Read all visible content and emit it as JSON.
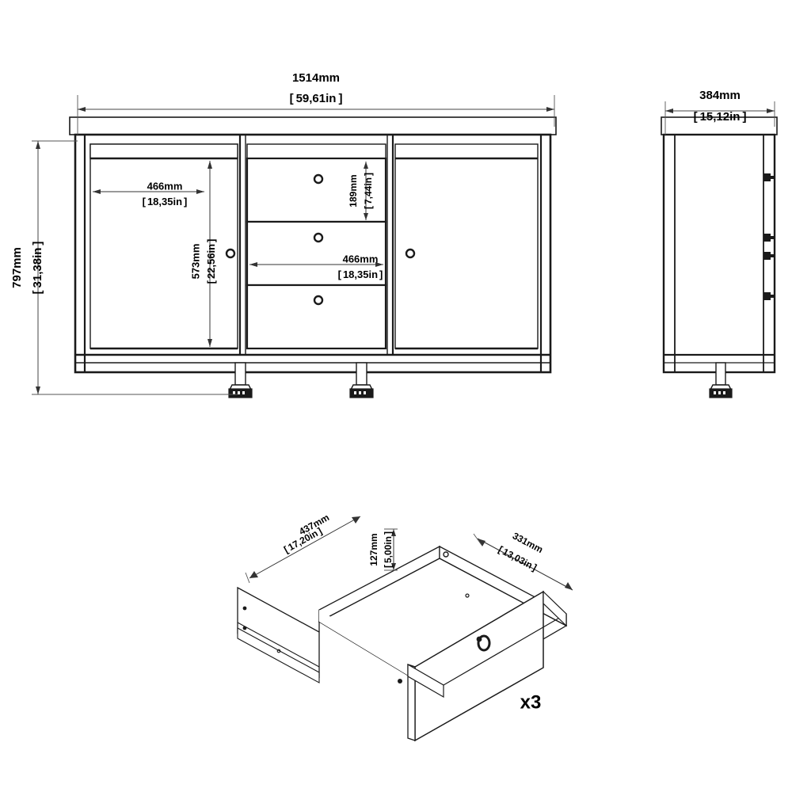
{
  "drawing": {
    "title": "sideboard-technical-dimension-drawing",
    "line_color": "#1a1a1a",
    "background": "#ffffff"
  },
  "front_view": {
    "name": "front-elevation",
    "width_dim": {
      "mm": "1514mm",
      "inch": "59,61in"
    },
    "height_dim": {
      "mm": "797mm",
      "inch": "31,38in"
    },
    "door_width_dim": {
      "mm": "466mm",
      "inch": "18,35in"
    },
    "door_height_dim": {
      "mm": "573mm",
      "inch": "22,56in"
    },
    "drawer_height_dim": {
      "mm": "189mm",
      "inch": "7,44in"
    },
    "drawer_width_dim": {
      "mm": "466mm",
      "inch": "18,35in"
    },
    "doors": 2,
    "drawers": 3,
    "feet": 2
  },
  "side_view": {
    "name": "side-elevation",
    "depth_dim": {
      "mm": "384mm",
      "inch": "15,12in"
    },
    "hinges": 4,
    "feet": 1
  },
  "drawer_detail": {
    "name": "drawer-isometric-detail",
    "length_dim": {
      "mm": "437mm",
      "inch": "17,20in"
    },
    "height_dim": {
      "mm": "127mm",
      "inch": "5,00in"
    },
    "width_dim": {
      "mm": "331mm",
      "inch": "13,03in"
    },
    "quantity_label": "x3"
  },
  "brackets": {
    "open": "[",
    "close": "]"
  }
}
